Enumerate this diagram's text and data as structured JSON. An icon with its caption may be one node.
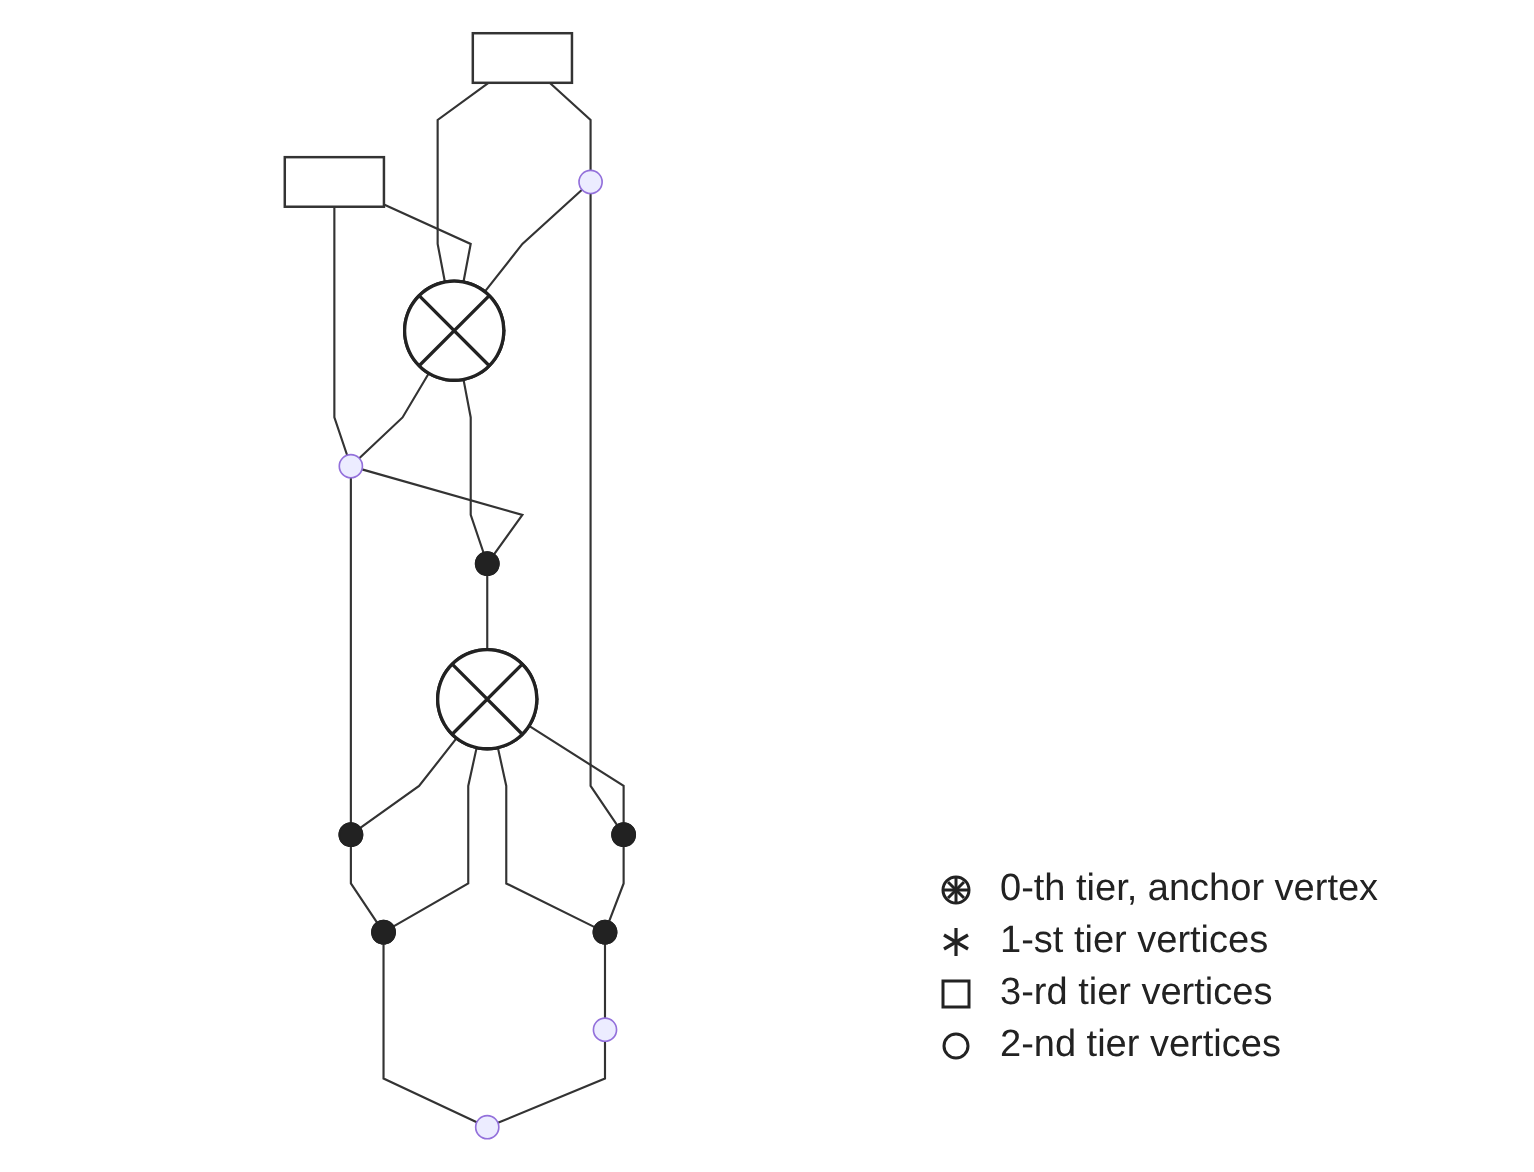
{
  "diagram": {
    "nodes": [
      {
        "text": [],
        "shape": "box"
      },
      {
        "text": [],
        "shape": "box"
      },
      {
        "text": [],
        "shape": "circle"
      },
      {
        "text": [],
        "shape": "circle"
      },
      {
        "text": [],
        "shape": "circle"
      },
      {
        "text": [],
        "shape": "star"
      },
      {
        "text": [],
        "shape": "star"
      },
      {
        "text": [],
        "shape": "star"
      },
      {
        "text": [],
        "shape": "circle"
      },
      {
        "text": [],
        "shape": "star"
      },
      {
        "text": [],
        "shape": "circle"
      },
      {
        "text": [],
        "shape": "star"
      },
      {
        "text": [],
        "shape": "circle"
      }
    ],
    "edges": [
      {
        "from": 0,
        "to": 2,
        "arrow": "none"
      },
      {
        "from": 0,
        "to": 4,
        "arrow": "none"
      },
      {
        "from": 1,
        "to": 4,
        "arrow": "none"
      },
      {
        "from": 1,
        "to": 3,
        "arrow": "none"
      },
      {
        "from": 2,
        "to": 4,
        "arrow": "none"
      },
      {
        "from": 4,
        "to": 3,
        "arrow": "none"
      },
      {
        "from": 2,
        "to": 9,
        "arrow": "none"
      },
      {
        "from": 4,
        "to": 6,
        "arrow": "none"
      },
      {
        "from": 3,
        "to": 6,
        "arrow": "none"
      },
      {
        "from": 3,
        "to": 5,
        "arrow": "none"
      },
      {
        "from": 6,
        "to": 8,
        "arrow": "none"
      },
      {
        "from": 8,
        "to": 5,
        "arrow": "none"
      },
      {
        "from": 5,
        "to": 7,
        "arrow": "none"
      },
      {
        "from": 8,
        "to": 7,
        "arrow": "none"
      },
      {
        "from": 7,
        "to": 10,
        "arrow": "none"
      },
      {
        "from": 8,
        "to": 9,
        "arrow": "none"
      },
      {
        "from": 8,
        "to": 11,
        "arrow": "none"
      },
      {
        "from": 9,
        "to": 11,
        "arrow": "none"
      },
      {
        "from": 11,
        "to": 12,
        "arrow": "none"
      },
      {
        "from": 12,
        "to": 10,
        "arrow": "none"
      }
    ],
    "legend": [
      {
        "text": "0-th tier, anchor vertex"
      },
      {
        "text": "1-st tier vertices"
      },
      {
        "text": "3-rd tier vertices"
      },
      {
        "text": "2-nd tier vertices"
      }
    ]
  }
}
